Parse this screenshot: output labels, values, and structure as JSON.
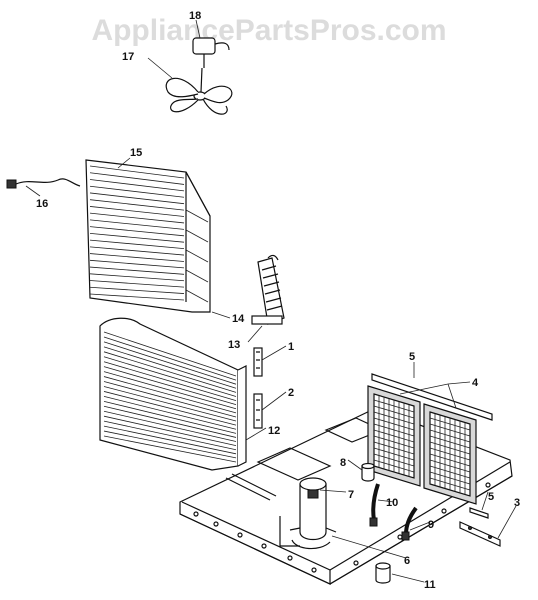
{
  "watermark": "AppliancePartsPros.com",
  "labels": {
    "l1": "1",
    "l2": "2",
    "l3": "3",
    "l4": "4",
    "l5a": "5",
    "l5b": "5",
    "l6": "6",
    "l7": "7",
    "l8": "8",
    "l9": "9",
    "l10": "10",
    "l11": "11",
    "l12": "12",
    "l13": "13",
    "l14": "14",
    "l15": "15",
    "l16": "16",
    "l17": "17",
    "l18": "18"
  }
}
